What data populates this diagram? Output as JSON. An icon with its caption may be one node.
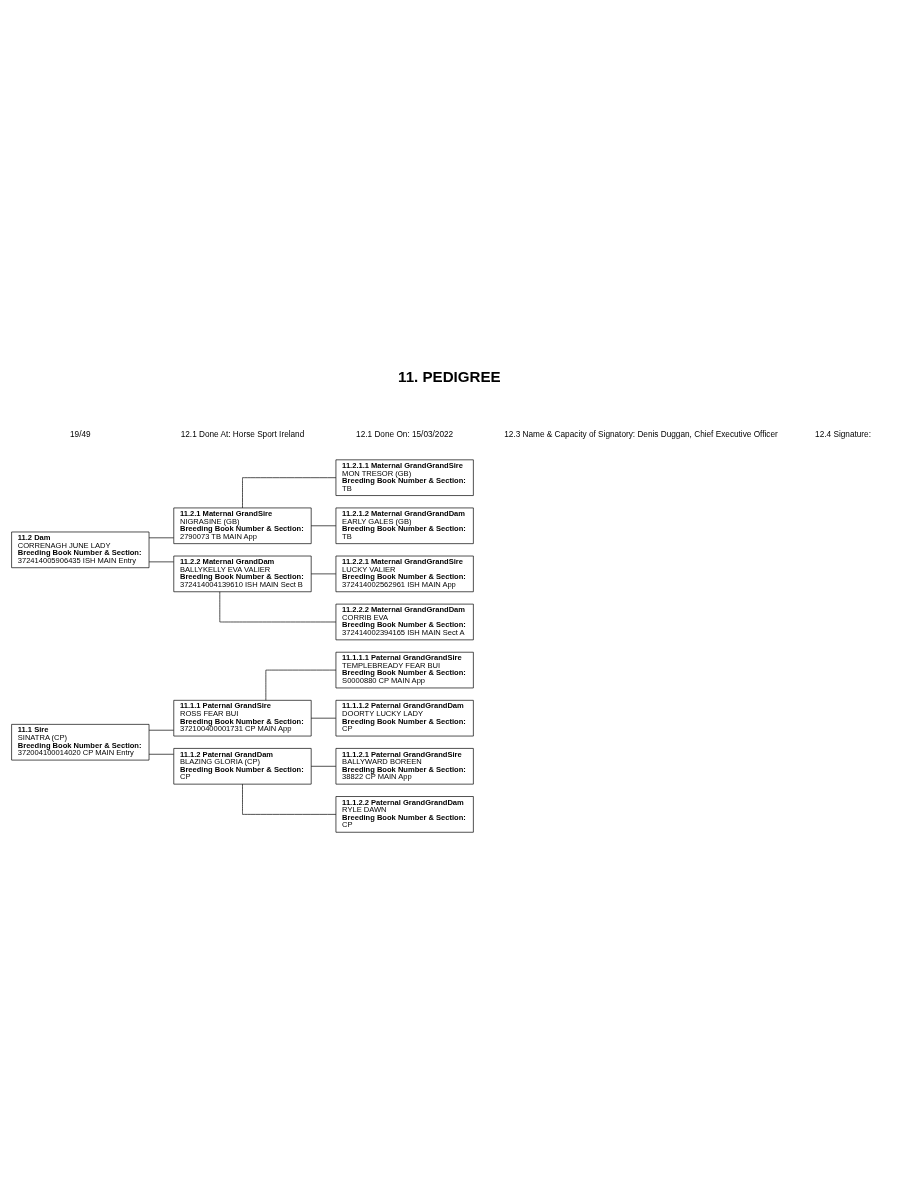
{
  "diagram": {
    "title": "11. PEDIGREE",
    "nodes": [
      {
        "text": [
          "11.1 Sire",
          "SINATRA (CP)",
          "Breeding Book Number & Section:",
          "372004100014020 CP MAIN Entry"
        ]
      },
      {
        "text": [
          "11.2 Dam",
          "CORRENAGH JUNE LADY",
          "Breeding Book Number & Section:",
          "372414005906435 ISH MAIN Entry"
        ]
      },
      {
        "text": [
          "11.1.1 Paternal GrandSire",
          "ROSS FEAR BUI",
          "Breeding Book Number & Section:",
          "372100400001731 CP MAIN App"
        ]
      },
      {
        "text": [
          "11.1.2 Paternal GrandDam",
          "BLAZING GLORIA (CP)",
          "Breeding Book Number & Section:",
          "CP"
        ]
      },
      {
        "text": [
          "11.2.1 Maternal GrandSire",
          "NIGRASINE (GB)",
          "Breeding Book Number & Section:",
          "2790073 TB MAIN App"
        ]
      },
      {
        "text": [
          "11.2.2 Maternal GrandDam",
          "BALLYKELLY EVA VALIER",
          "Breeding Book Number & Section:",
          "372414004139610 ISH MAIN Sect B"
        ]
      },
      {
        "text": [
          "11.1.1.1 Paternal GrandGrandSire",
          "TEMPLEBREADY FEAR BUI",
          "Breeding Book Number & Section:",
          "S0000880 CP MAIN App"
        ]
      },
      {
        "text": [
          "11.1.1.2 Paternal GrandGrandDam",
          "DOORTY LUCKY LADY",
          "Breeding Book Number & Section:",
          "CP"
        ]
      },
      {
        "text": [
          "11.1.2.1 Paternal GrandGrandSire",
          "BALLYWARD BOREEN",
          "Breeding Book Number & Section:",
          "38822 CP MAIN App"
        ]
      },
      {
        "text": [
          "11.1.2.2 Paternal GrandGrandDam",
          "RYLE DAWN",
          "Breeding Book Number & Section:",
          "CP"
        ]
      },
      {
        "text": [
          "11.2.1.1 Maternal GrandGrandSire",
          "MON TRESOR (GB)",
          "Breeding Book Number & Section:",
          "TB"
        ]
      },
      {
        "text": [
          "11.2.1.2 Maternal GrandGrandDam",
          "EARLY GALES (GB)",
          "Breeding Book Number & Section:",
          "TB"
        ]
      },
      {
        "text": [
          "11.2.2.1 Maternal GrandGrandSire",
          "LUCKY VALIER",
          "Breeding Book Number & Section:",
          "372414002562961 ISH MAIN App"
        ]
      },
      {
        "text": [
          "11.2.2.2 Maternal GrandGrandDam",
          "CORRIB EVA",
          "Breeding Book Number & Section:",
          "372414002394165 ISH MAIN Sect A"
        ]
      }
    ],
    "edges": [
      {
        "from": 0,
        "to": 2,
        "arrow": "none"
      },
      {
        "from": 0,
        "to": 3,
        "arrow": "none"
      },
      {
        "from": 1,
        "to": 4,
        "arrow": "none"
      },
      {
        "from": 1,
        "to": 5,
        "arrow": "none"
      },
      {
        "from": 2,
        "to": 6,
        "arrow": "none"
      },
      {
        "from": 2,
        "to": 7,
        "arrow": "none"
      },
      {
        "from": 3,
        "to": 8,
        "arrow": "none"
      },
      {
        "from": 3,
        "to": 9,
        "arrow": "none"
      },
      {
        "from": 4,
        "to": 10,
        "arrow": "none"
      },
      {
        "from": 4,
        "to": 11,
        "arrow": "none"
      },
      {
        "from": 5,
        "to": 12,
        "arrow": "none"
      },
      {
        "from": 5,
        "to": 13,
        "arrow": "none"
      }
    ],
    "labels": [
      "19/49",
      "12.1 Done At: Horse Sport Ireland",
      "12.1 Done On: 15/03/2022",
      "12.3 Name & Capacity of Signatory: Denis Duggan, Chief Executive Officer",
      "12.4 Signature:"
    ]
  }
}
